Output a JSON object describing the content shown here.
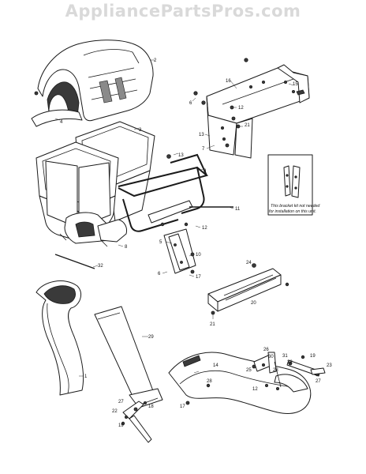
{
  "watermark": "AppliancePartsPros.com",
  "inset_note": {
    "line1": "This bracket kit not needed",
    "line2": "for installation on this unit."
  },
  "callouts": [
    {
      "id": "c2",
      "label": "2"
    },
    {
      "id": "c4",
      "label": "4"
    },
    {
      "id": "c16",
      "label": "16"
    },
    {
      "id": "c15",
      "label": "15"
    },
    {
      "id": "c6a",
      "label": "6"
    },
    {
      "id": "c12a",
      "label": "12"
    },
    {
      "id": "c21a",
      "label": "21"
    },
    {
      "id": "c13a",
      "label": "13"
    },
    {
      "id": "c7",
      "label": "7"
    },
    {
      "id": "c3",
      "label": "3"
    },
    {
      "id": "c13b",
      "label": "13"
    },
    {
      "id": "c9",
      "label": "9"
    },
    {
      "id": "c11",
      "label": "11"
    },
    {
      "id": "c12b",
      "label": "12"
    },
    {
      "id": "c5",
      "label": "5"
    },
    {
      "id": "c10",
      "label": "10"
    },
    {
      "id": "c6b",
      "label": "6"
    },
    {
      "id": "c8",
      "label": "8"
    },
    {
      "id": "c17a",
      "label": "17"
    },
    {
      "id": "c32",
      "label": "32"
    },
    {
      "id": "c24",
      "label": "24"
    },
    {
      "id": "c20",
      "label": "20"
    },
    {
      "id": "c21b",
      "label": "21"
    },
    {
      "id": "c1",
      "label": "1"
    },
    {
      "id": "c29",
      "label": "29"
    },
    {
      "id": "c14",
      "label": "14"
    },
    {
      "id": "c26",
      "label": "26"
    },
    {
      "id": "c30",
      "label": "30"
    },
    {
      "id": "c31",
      "label": "31"
    },
    {
      "id": "c25",
      "label": "25"
    },
    {
      "id": "c28a",
      "label": "28"
    },
    {
      "id": "c19a",
      "label": "19"
    },
    {
      "id": "c22a",
      "label": "22"
    },
    {
      "id": "c23",
      "label": "23"
    },
    {
      "id": "c27a",
      "label": "27"
    },
    {
      "id": "c28b",
      "label": "28"
    },
    {
      "id": "c12c",
      "label": "12"
    },
    {
      "id": "c17b",
      "label": "17"
    },
    {
      "id": "c27b",
      "label": "27"
    },
    {
      "id": "c18",
      "label": "18"
    },
    {
      "id": "c22b",
      "label": "22"
    },
    {
      "id": "c19b",
      "label": "19"
    }
  ]
}
